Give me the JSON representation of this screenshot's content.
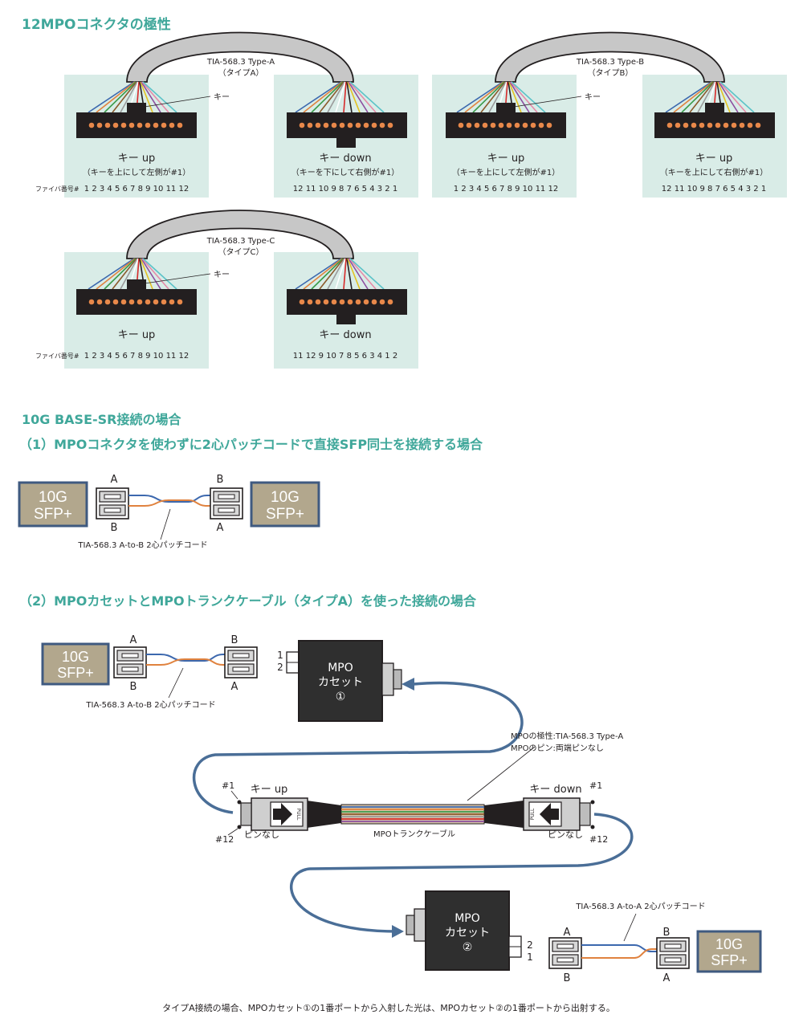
{
  "section_polarity": {
    "title": "12MPOコネクタの極性",
    "type_a": {
      "title": "TIA-568.3 Type-A",
      "subtitle": "（タイプA）"
    },
    "type_b": {
      "title": "TIA-568.3 Type-B",
      "subtitle": "（タイプB）"
    },
    "type_c": {
      "title": "TIA-568.3 Type-C",
      "subtitle": "（タイプC）"
    },
    "key_label": "キー",
    "key_up": "キー up",
    "key_down": "キー down",
    "key_up_note": "（キーを上にして左側が#1）",
    "key_down_note": "（キーを下にして右側が#1）",
    "key_up_note_right": "（キーを上にして右側が#1）",
    "fiber_number_label": "ファイバ番号#",
    "seq_forward": "1 2 3 4 5 6 7 8 9 10 11 12",
    "seq_reverse": "12 11 10 9 8 7 6 5 4 3 2 1",
    "seq_type_c": "11 12 9 10 7 8 5 6 3 4 1 2"
  },
  "section_10g": {
    "title": "10G BASE-SR接続の場合",
    "case1_title": "（1）MPOコネクタを使わずに2心パッチコードで直接SFP同士を接続する場合",
    "case2_title": "（2）MPOカセットとMPOトランクケーブル（タイプA）を使った接続の場合"
  },
  "sfp": {
    "line1": "10G",
    "line2": "SFP+"
  },
  "patch": {
    "a": "A",
    "b": "B",
    "ab_label": "TIA-568.3 A-to-B 2心パッチコード",
    "aa_label": "TIA-568.3 A-to-A 2心パッチコード"
  },
  "cassette1": {
    "line1": "MPO",
    "line2": "カセット",
    "line3": "①",
    "port1": "1",
    "port2": "2"
  },
  "cassette2": {
    "line1": "MPO",
    "line2": "カセット",
    "line3": "②",
    "port1": "1",
    "port2": "2"
  },
  "trunk": {
    "polarity_note": "MPOの極性:TIA-568.3 Type-A",
    "pin_note": "MPOのピン:両端ピンなし",
    "cable_label": "MPOトランクケーブル",
    "pull": "PULL",
    "key_up": "キー up",
    "key_down": "キー down",
    "hash1": "#1",
    "hash12": "#12",
    "pinless": "ピンなし"
  },
  "footer": "タイプA接続の場合、MPOカセット①の1番ポートから入射した光は、MPOカセット②の1番ポートから出射する。",
  "colors": {
    "accent": "#3fa79a",
    "panel": "#d9ece7",
    "fiber_dot": "#e8884a",
    "sfp_fill": "#b2a78d",
    "sfp_border": "#3f5a80",
    "route_blue": "#4a6e97",
    "fiber_orange": "#e0823e",
    "fiber_blue": "#3c68ae"
  }
}
